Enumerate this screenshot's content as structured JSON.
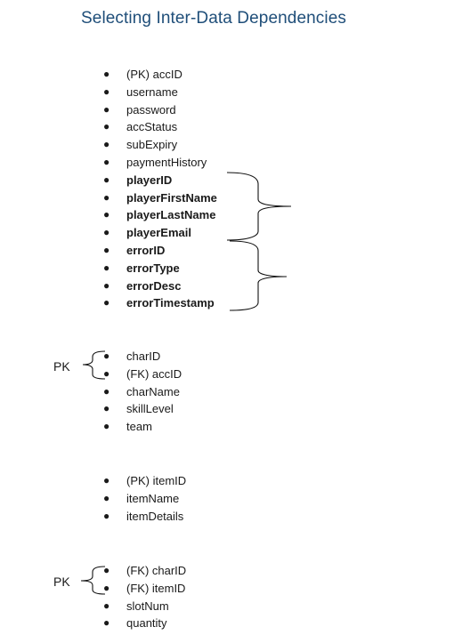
{
  "title": "Selecting Inter-Data Dependencies",
  "tables": [
    {
      "items": [
        {
          "text": "(PK) accID",
          "bold": false
        },
        {
          "text": "username",
          "bold": false
        },
        {
          "text": "password",
          "bold": false
        },
        {
          "text": "accStatus",
          "bold": false
        },
        {
          "text": "subExpiry",
          "bold": false
        },
        {
          "text": "paymentHistory",
          "bold": false
        },
        {
          "text": "playerID",
          "bold": true
        },
        {
          "text": "playerFirstName",
          "bold": true
        },
        {
          "text": "playerLastName",
          "bold": true
        },
        {
          "text": "playerEmail",
          "bold": true
        },
        {
          "text": "errorID",
          "bold": true
        },
        {
          "text": "errorType",
          "bold": true
        },
        {
          "text": "errorDesc",
          "bold": true
        },
        {
          "text": "errorTimestamp",
          "bold": true
        }
      ]
    },
    {
      "pk_label": "PK",
      "items": [
        {
          "text": "charID",
          "bold": false
        },
        {
          "text": "(FK) accID",
          "bold": false
        },
        {
          "text": "charName",
          "bold": false
        },
        {
          "text": "skillLevel",
          "bold": false
        },
        {
          "text": "team",
          "bold": false
        }
      ]
    },
    {
      "items": [
        {
          "text": "(PK) itemID",
          "bold": false
        },
        {
          "text": "itemName",
          "bold": false
        },
        {
          "text": "itemDetails",
          "bold": false
        }
      ]
    },
    {
      "pk_label": "PK",
      "items": [
        {
          "text": "(FK) charID",
          "bold": false
        },
        {
          "text": "(FK) itemID",
          "bold": false
        },
        {
          "text": "slotNum",
          "bold": false
        },
        {
          "text": "quantity",
          "bold": false
        }
      ]
    }
  ],
  "colors": {
    "title": "#1f4e79",
    "text": "#1a1a1a"
  }
}
